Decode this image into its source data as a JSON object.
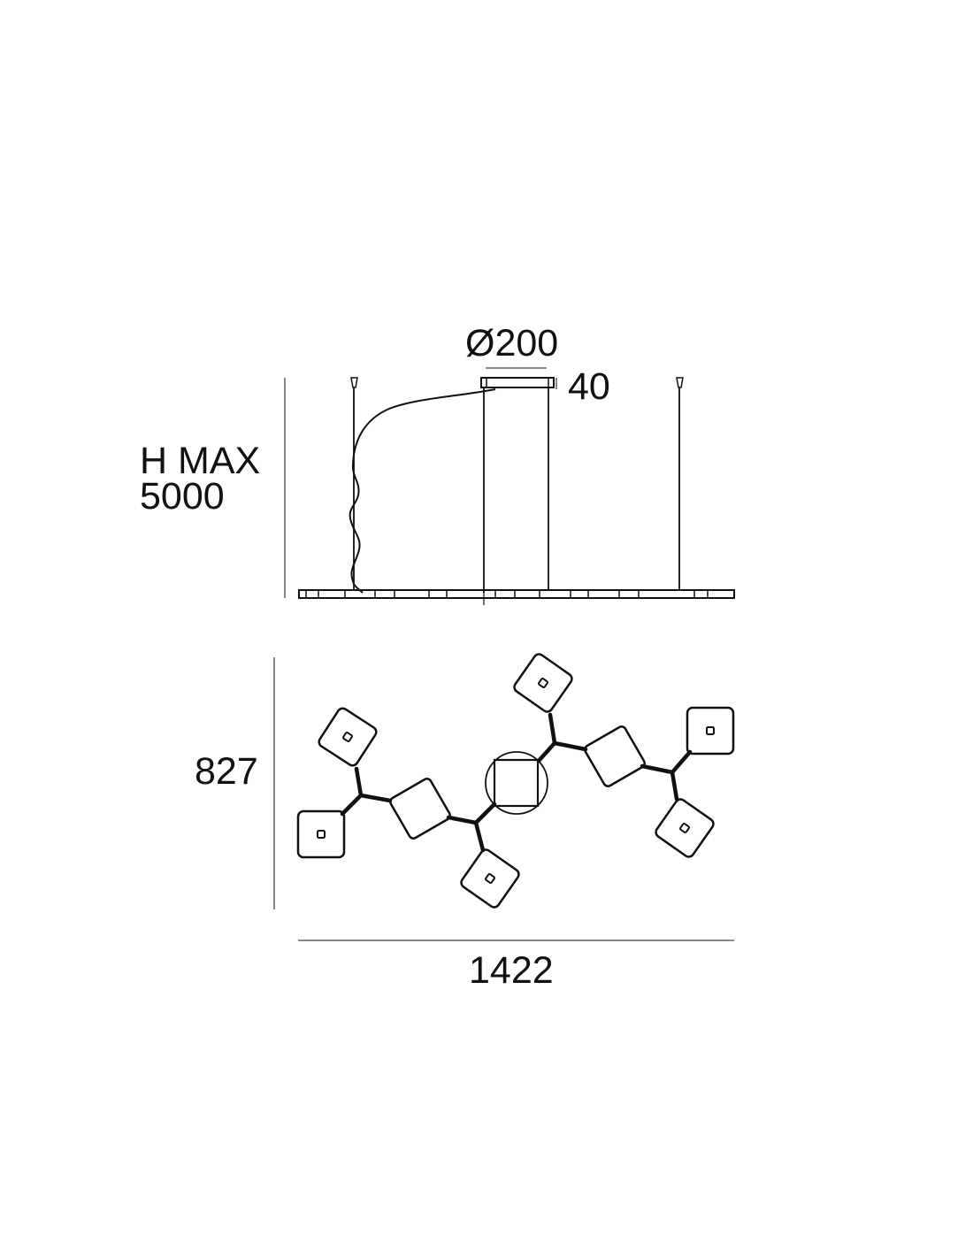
{
  "side_view": {
    "diameter_label": "Ø200",
    "canopy_height_label": "40",
    "height_label_line1": "H MAX",
    "height_label_line2": "5000"
  },
  "top_view": {
    "depth_label": "827",
    "width_label": "1422"
  },
  "colors": {
    "line": "#111111",
    "background": "#ffffff"
  }
}
